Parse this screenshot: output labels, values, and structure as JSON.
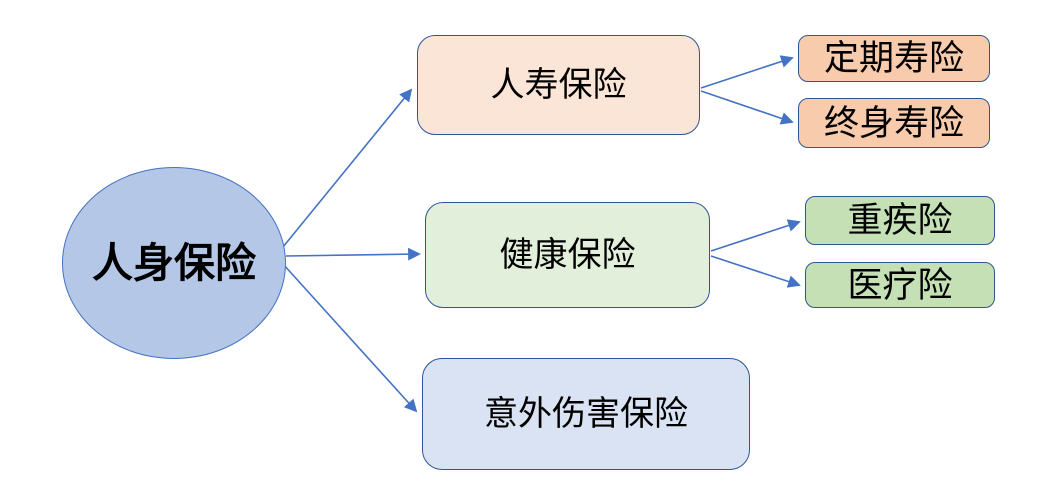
{
  "diagram": {
    "type": "tree",
    "direction": "left-to-right",
    "background": "#FFFFFF",
    "arrow_color": "#4472C4",
    "box_border_color": "#2F5597",
    "root": {
      "label": "人身保险",
      "shape": "ellipse",
      "fill": "#B4C7E7",
      "border": "#4472C4"
    },
    "branches": [
      {
        "label": "人寿保险",
        "fill": "#FBE5D6",
        "children": [
          {
            "label": "定期寿险",
            "fill": "#F8CBAD"
          },
          {
            "label": "终身寿险",
            "fill": "#F8CBAD"
          }
        ]
      },
      {
        "label": "健康保险",
        "fill": "#E2EFDA",
        "children": [
          {
            "label": "重疾险",
            "fill": "#C5E0B4"
          },
          {
            "label": "医疗险",
            "fill": "#C5E0B4"
          }
        ]
      },
      {
        "label": "意外伤害保险",
        "fill": "#DAE3F3",
        "children": []
      }
    ]
  }
}
